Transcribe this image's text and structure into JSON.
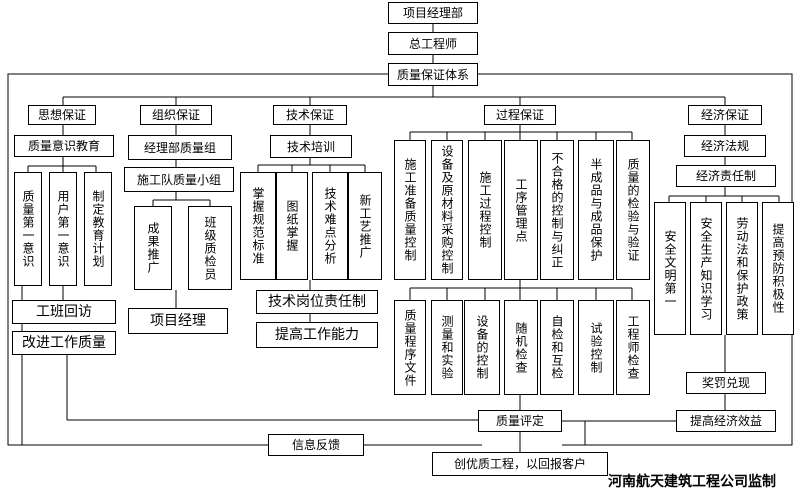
{
  "top": {
    "manager": "项目经理部",
    "engineer": "总工程师",
    "system": "质量保证体系"
  },
  "categories": {
    "ideology": "思想保证",
    "organization": "组织保证",
    "technical": "技术保证",
    "process": "过程保证",
    "economic": "经济保证"
  },
  "ideology": {
    "education": "质量意识教育",
    "items": [
      "质量第一意识",
      "用户第一意识",
      "制定教育计划"
    ],
    "bottom": [
      "工班回访",
      "改进工作质量"
    ]
  },
  "organization": {
    "dept_group": "经理部质量组",
    "team_group": "施工队质量小组",
    "items": [
      "成果推广",
      "班级质检员"
    ],
    "bottom": "项目经理"
  },
  "technical": {
    "training": "技术培训",
    "items": [
      "掌握规范标准",
      "图纸掌握",
      "技术难点分析",
      "新工艺推广"
    ],
    "bottom": [
      "技术岗位责任制",
      "提高工作能力"
    ]
  },
  "process": {
    "row1": [
      "施工准备质量控制",
      "设备及原材料采购控制",
      "施工过程控制",
      "工序管理点",
      "不合格的控制与纠正",
      "半成品与成品保护",
      "质量的检验与验证"
    ],
    "row2": [
      "质量程序文件",
      "测量和实验",
      "设备的控制",
      "随机检查",
      "自检和互检",
      "试验控制",
      "工程师检查"
    ]
  },
  "economic": {
    "law": "经济法规",
    "responsibility": "经济责任制",
    "items": [
      "安全文明第一",
      "安全生产知识学习",
      "劳动法和保护政策",
      "提高预防积极性"
    ],
    "reward": "奖罚兑现",
    "benefit": "提高经济效益"
  },
  "bottom": {
    "evaluation": "质量评定",
    "feedback": "信息反馈",
    "create": "创优质工程，以回报客户"
  },
  "watermark": "河南航天建筑工程公司监制"
}
